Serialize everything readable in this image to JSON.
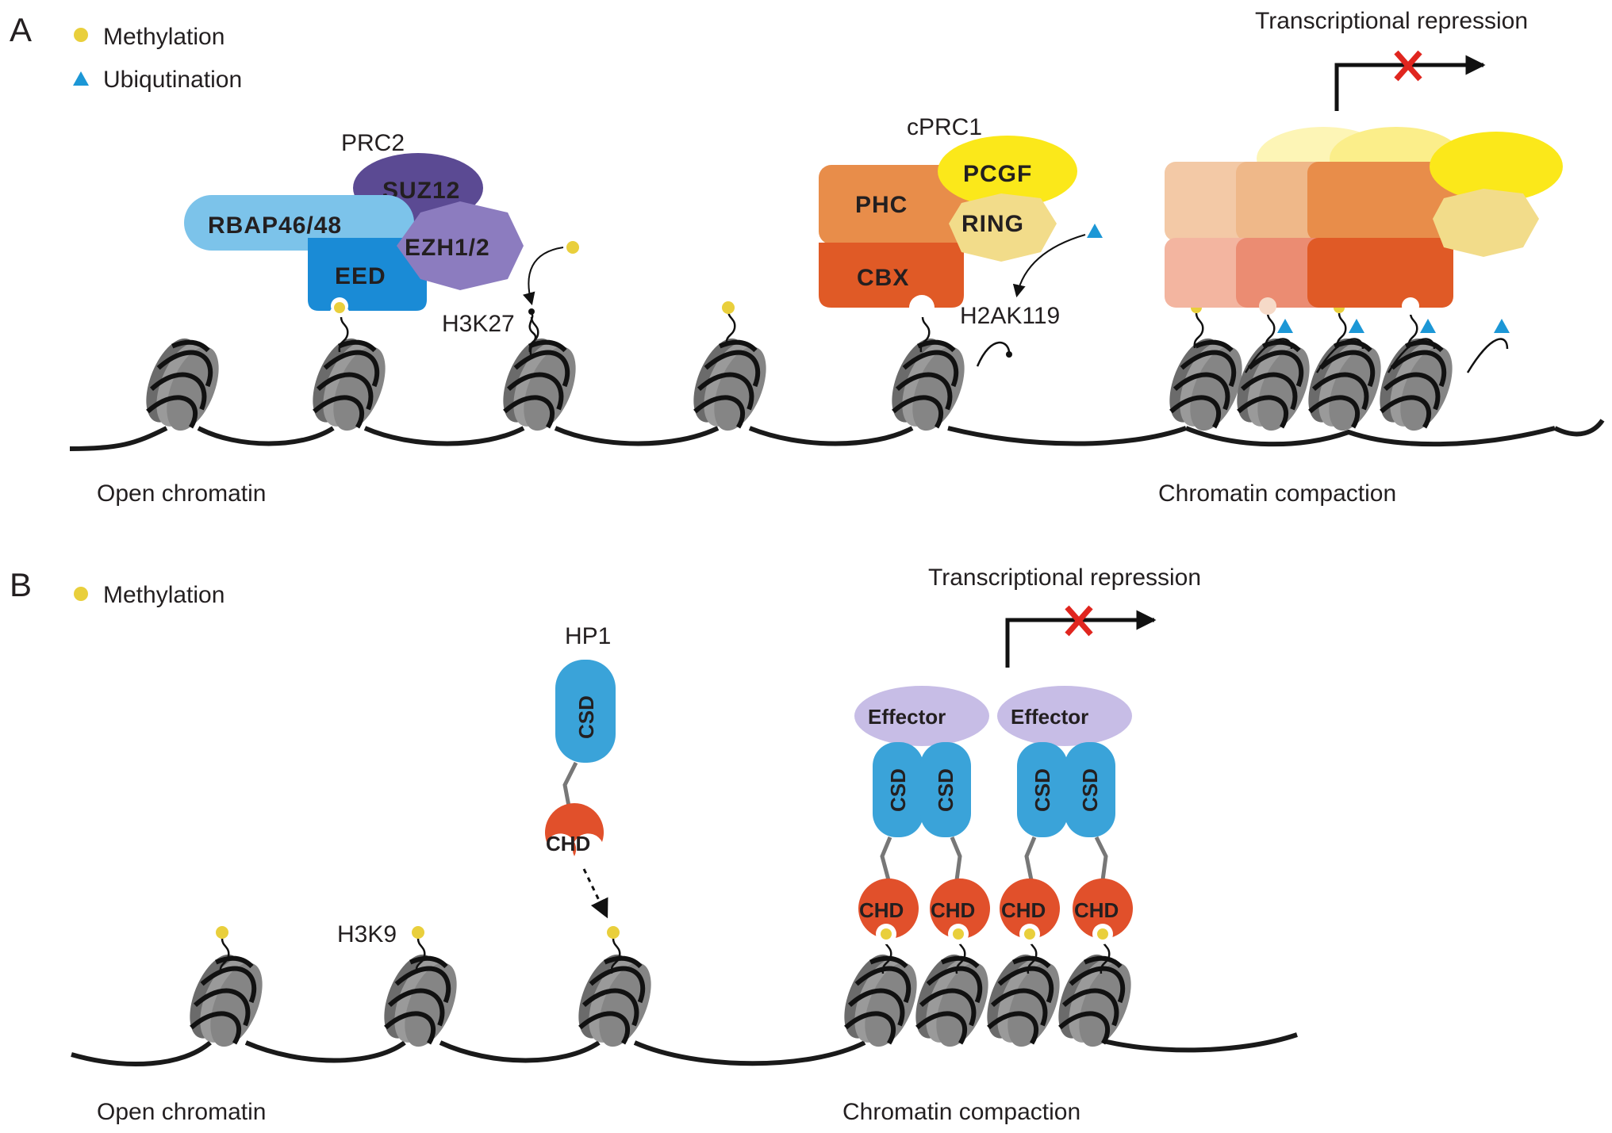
{
  "panel_a": {
    "letter": "A",
    "legend": {
      "methylation": "Methylation",
      "ubiquitination": "Ubiqutination"
    },
    "complex_prc2": "PRC2",
    "complex_cprc1": "cPRC1",
    "proteins": {
      "suz12": "SUZ12",
      "rbap": "RBAP46/48",
      "ezh": "EZH1/2",
      "eed": "EED",
      "pcgf": "PCGF",
      "phc": "PHC",
      "ring": "RING",
      "cbx": "CBX"
    },
    "marks": {
      "h3k27": "H3K27",
      "h2ak119": "H2AK119"
    },
    "transcription": "Transcriptional repression",
    "open_chromatin": "Open chromatin",
    "compaction": "Chromatin compaction"
  },
  "panel_b": {
    "letter": "B",
    "legend": {
      "methylation": "Methylation"
    },
    "hp1": "HP1",
    "csd": "CSD",
    "chd": "CHD",
    "effector": "Effector",
    "mark_h3k9": "H3K9",
    "transcription": "Transcriptional repression",
    "open_chromatin": "Open chromatin",
    "compaction": "Chromatin compaction"
  },
  "colors": {
    "methylation": "#e9cf3c",
    "ubiquitination": "#1c97d6",
    "repression_x": "#e0261f",
    "nucleosome": "#8c8c8c",
    "dna": "#1a1a1a"
  }
}
